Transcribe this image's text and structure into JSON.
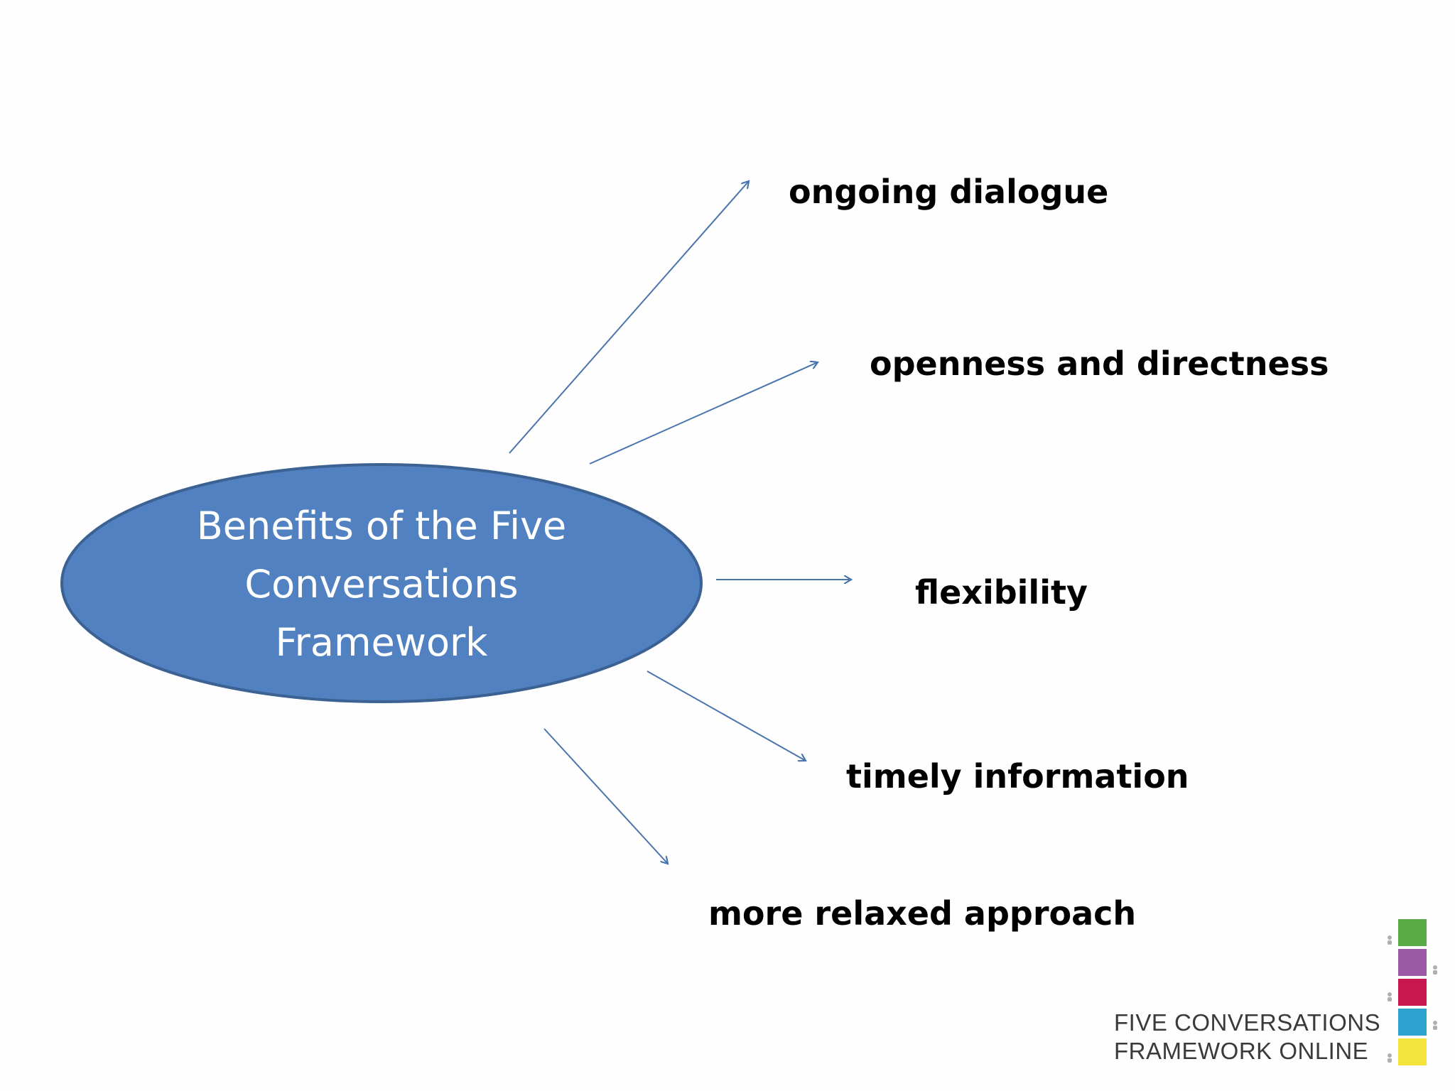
{
  "center": {
    "line1": "Benefits of the Five",
    "line2": "Conversations",
    "line3": "Framework"
  },
  "benefits": [
    "ongoing dialogue",
    "openness and directness",
    "flexibility",
    "timely information",
    "more relaxed approach"
  ],
  "logo": {
    "line1": "FIVE CONVERSATIONS",
    "line2": "FRAMEWORK ONLINE",
    "squares": [
      "#5aab45",
      "#9c59a5",
      "#c8174e",
      "#2ea3d2",
      "#f2e43a"
    ]
  },
  "colors": {
    "ellipse_fill": "#5181c0",
    "ellipse_stroke": "#3c6193",
    "arrow": "#4a74ae"
  }
}
